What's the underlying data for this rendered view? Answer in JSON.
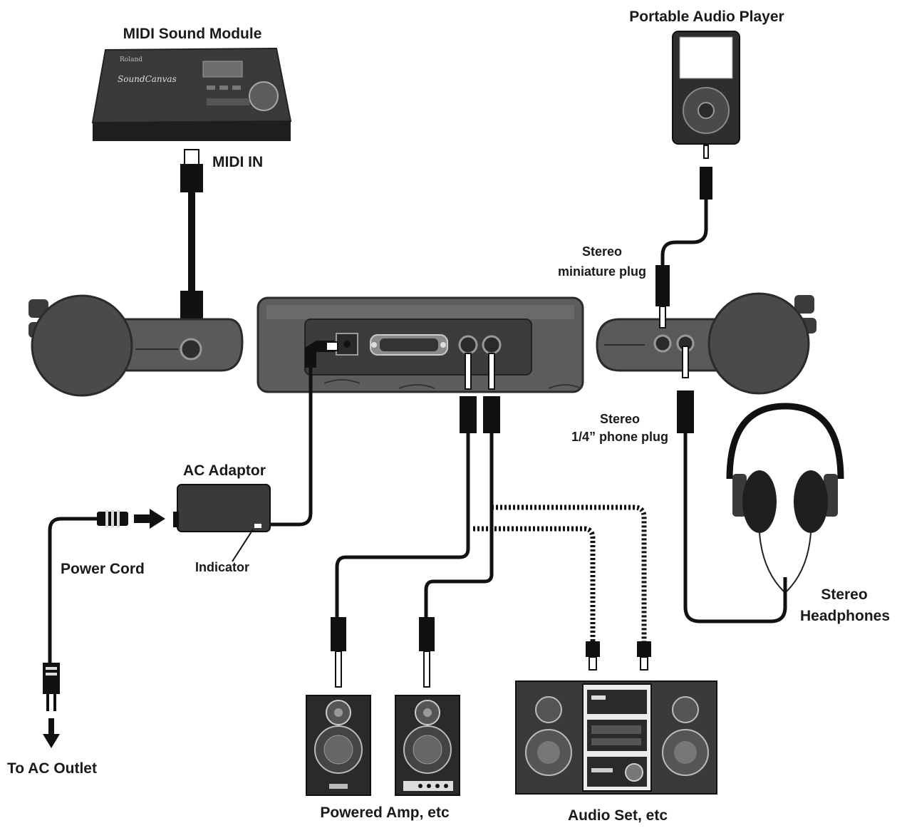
{
  "labels": {
    "midi_sound_module": "MIDI Sound Module",
    "midi_in": "MIDI IN",
    "portable_audio_player": "Portable Audio Player",
    "stereo_mini_line1": "Stereo",
    "stereo_mini_line2": "miniature plug",
    "stereo_phone_line1": "Stereo",
    "stereo_phone_line2": "1/4” phone plug",
    "ac_adaptor": "AC Adaptor",
    "indicator": "Indicator",
    "power_cord": "Power Cord",
    "to_ac_outlet": "To AC Outlet",
    "stereo_headphones_line1": "Stereo",
    "stereo_headphones_line2": "Headphones",
    "powered_amp": "Powered Amp, etc",
    "audio_set": "Audio Set, etc"
  },
  "device_text": {
    "module_brand": "Roland",
    "module_name": "SoundCanvas"
  },
  "colors": {
    "cable": "#111111",
    "device_body": "#4a4a4a",
    "device_dark": "#2b2b2b",
    "device_light": "#8c8c8c"
  }
}
